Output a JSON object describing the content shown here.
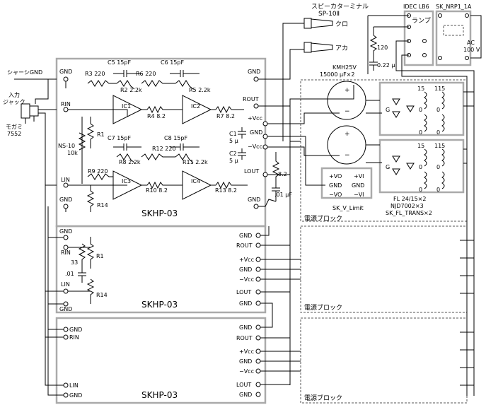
{
  "labels": {
    "chassis_gnd": "シャーシGND",
    "input_jack_1": "入力",
    "input_jack_2": "ジャック",
    "mogami_1": "モガミ",
    "mogami_2": "7552",
    "ns10": "NS-10",
    "ns10_val": "10k",
    "speaker_terminal_1": "スピーカターミナル",
    "speaker_terminal_2": "SP-10Ⅱ",
    "kuro": "クロ",
    "aka": "アカ",
    "idec": "IDEC LB6",
    "lamp": "ランプ",
    "sk_nrp": "SK_NRP1_1A",
    "ac_1": "AC",
    "ac_2": "100 V",
    "r120": "120",
    "c022": "0.22 μ",
    "kmh_1": "KMH25V",
    "kmh_2": "15000 μF×2",
    "fl_1": "FL 24/15×2",
    "fl_2": "NJD7002×3",
    "fl_3": "SK_FL_TRANS×2",
    "sk_v_limit": "SK_V_Limit",
    "power_block": "電源ブロック",
    "skhp": "SKHP-03",
    "c5": "C5 15pF",
    "c6": "C6 15pF",
    "c7": "C7 15pF",
    "c8": "C8 15pF",
    "r3": "R3 220",
    "r6": "R6 220",
    "r9": "R9 220",
    "r12": "R12 220",
    "r2": "R2 2.2k",
    "r5": "R5 2.2k",
    "r8": "R8 2.2k",
    "r11": "R11 2.2k",
    "r4": "R4 8.2",
    "r7": "R7 8.2",
    "r10": "R10 8.2",
    "r13": "R13 8.2",
    "ic1": "IC1",
    "ic2": "IC2",
    "ic3": "IC3",
    "ic4": "IC4",
    "r1": "R1",
    "r14": "R14",
    "c1_1": "C1",
    "c1_2": "5 μ",
    "c2_1": "C2",
    "c2_2": "5 μ",
    "r82": "8.2",
    "c01": ".01 μF",
    "r33": "33",
    "c01b": ".01",
    "gnd": "GND",
    "rin": "RIN",
    "lin": "LIN",
    "rout": "ROUT",
    "lout": "LOUT",
    "pvcc": "+Vcc",
    "mvcc": "−Vcc",
    "pvo": "+VO",
    "gnd_vo": "GND",
    "mvo": "−VO",
    "pvi": "+VI",
    "gnd_vi": "GND",
    "mvi": "−VI",
    "t15": "15",
    "t115": "115",
    "t0": "0",
    "tg": "G",
    "plus": "+",
    "minus": "−"
  }
}
